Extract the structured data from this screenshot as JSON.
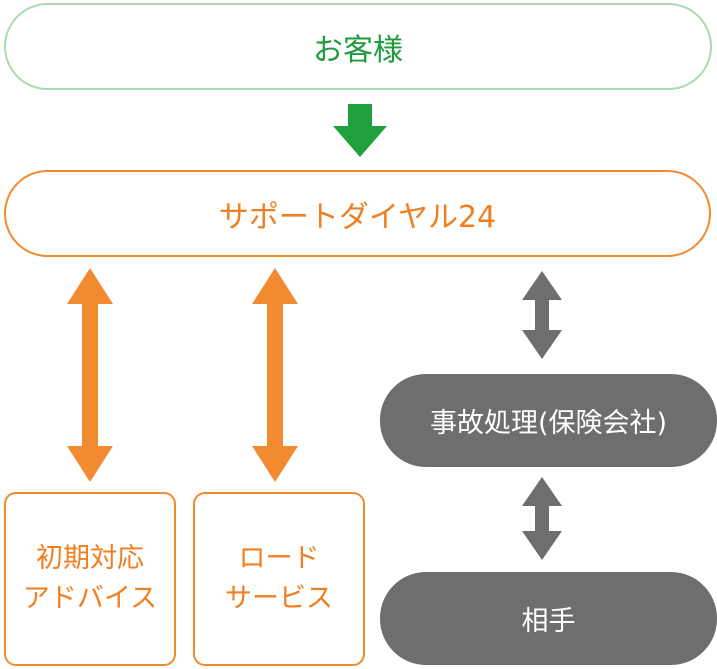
{
  "nodes": {
    "customer": "お客様",
    "support_dial": "サポートダイヤル24",
    "initial_advice": {
      "line1": "初期対応",
      "line2": "アドバイス"
    },
    "road_service": {
      "line1": "ロード",
      "line2": "サービス"
    },
    "accident_handling": "事故処理(保険会社)",
    "other_party": "相手"
  },
  "colors": {
    "green": "#1f9a3c",
    "green_border": "#a8dcb0",
    "orange": "#f07f22",
    "gray": "#6e6e6e"
  }
}
